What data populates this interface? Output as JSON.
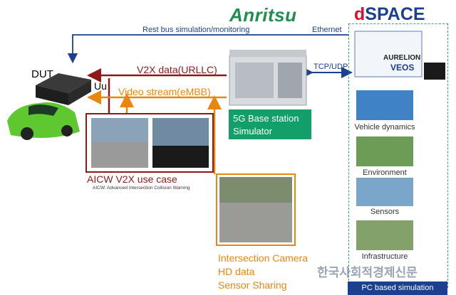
{
  "brands": {
    "anritsu": "Anritsu",
    "dspace_d": "d",
    "dspace_rest": "SPACE"
  },
  "dut": {
    "label": "DUT",
    "uu": "Uu"
  },
  "links": {
    "rest_bus": "Rest bus simulation/monitoring",
    "ethernet": "Ethernet",
    "tcp_udp": "TCP/UDP",
    "v2x_data": "V2X data(URLLC)",
    "video_stream": "Video stream(eMBB)"
  },
  "base_station": {
    "line1": "5G Base station",
    "line2": "Simulator"
  },
  "aicw": {
    "title": "AICW V2X use case",
    "subtitle": "AICW: Advanced Intersection Collision Warning"
  },
  "intersection": {
    "line1": "Intersection Camera",
    "line2": "HD data",
    "line3": "Sensor Sharing"
  },
  "simulation": {
    "aurelion": "AURELION",
    "veos": "VEOS",
    "items": [
      "Vehicle dynamics",
      "Environment",
      "Sensors",
      "Infrastructure"
    ],
    "footer": "PC based simulation"
  },
  "watermark": "한국사회적경제신문",
  "colors": {
    "anritsu_green": "#1e8f4e",
    "dspace_blue": "#1c3f8f",
    "v2x_red": "#8b1a1a",
    "video_orange": "#e8870d",
    "bs_green": "#139f6a"
  }
}
